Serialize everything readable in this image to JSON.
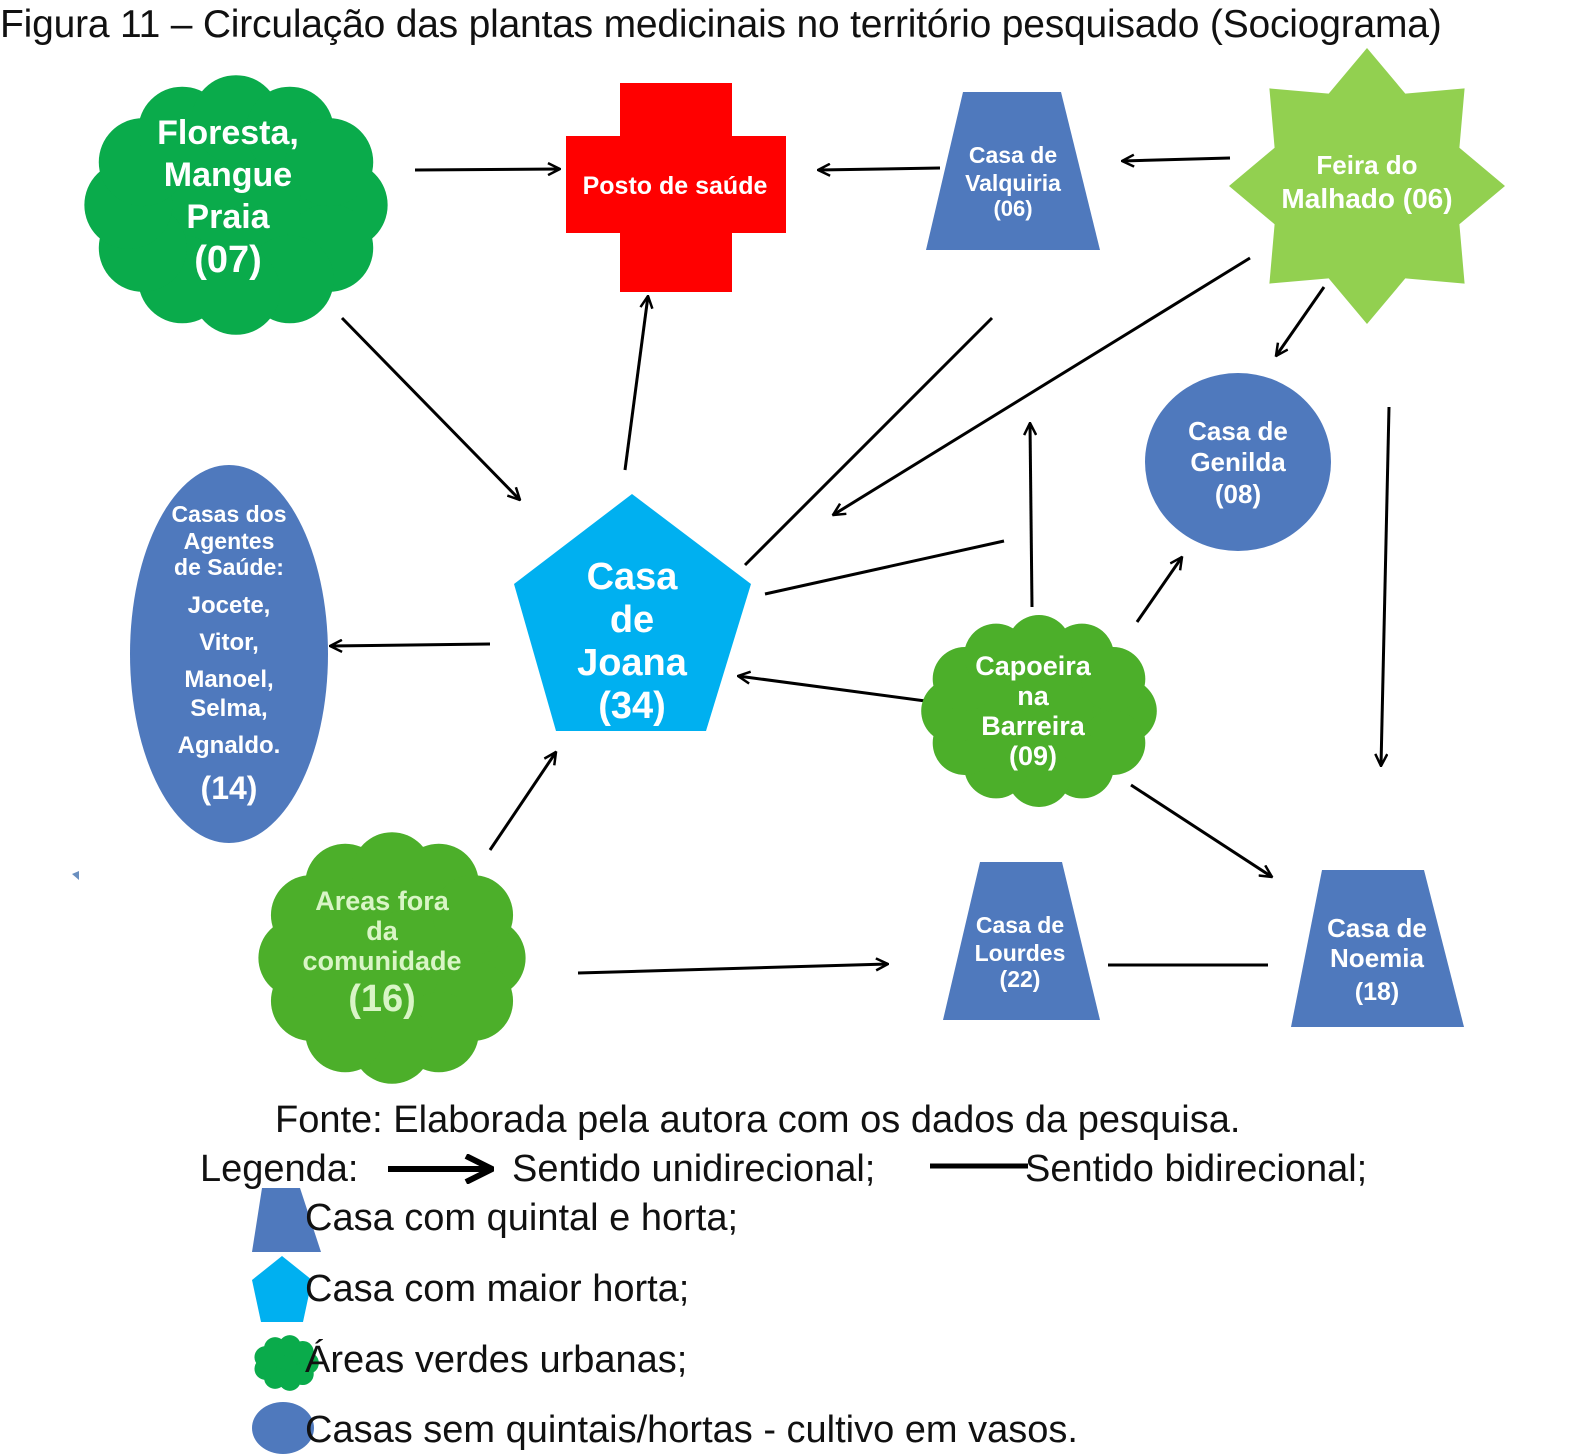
{
  "title": "Figura 11 – Circulação das plantas medicinais no território pesquisado (Sociograma)",
  "colors": {
    "green_dark": "#0aab4b",
    "green_mid": "#4caf2a",
    "green_light": "#92d050",
    "blue_house": "#4f79bd",
    "cyan": "#00b0f0",
    "red": "#ff0000"
  },
  "nodes": {
    "floresta": [
      "Floresta,",
      "Mangue",
      "Praia",
      "(07)"
    ],
    "posto": [
      "Posto de saúde"
    ],
    "valquiria": [
      "Casa de",
      "Valquiria",
      "(06)"
    ],
    "feira": [
      "Feira do",
      "Malhado (06)"
    ],
    "genilda": [
      "Casa de",
      "Genilda",
      "(08)"
    ],
    "agentes": [
      "Casas dos",
      "Agentes",
      "de Saúde:",
      "Jocete,",
      "Vitor,",
      "Manoel,",
      "Selma,",
      "Agnaldo.",
      "(14)"
    ],
    "joana": [
      "Casa",
      "de",
      "Joana",
      "(34)"
    ],
    "capoeira": [
      "Capoeira",
      "na",
      "Barreira",
      "(09)"
    ],
    "areas": [
      "Areas fora",
      "da",
      "comunidade",
      "(16)"
    ],
    "lourdes": [
      "Casa de",
      "Lourdes",
      "(22)"
    ],
    "noemia": [
      "Casa de",
      "Noemia",
      "(18)"
    ]
  },
  "source": "Fonte: Elaborada pela autora com os dados da pesquisa.",
  "legend": {
    "label": "Legenda:",
    "unidirectional": "Sentido unidirecional;",
    "bidirectional": "Sentido bidirecional;",
    "items": [
      {
        "shape": "trapezoid",
        "text": "Casa com quintal e horta;"
      },
      {
        "shape": "pentagon",
        "text": "Casa com maior horta;"
      },
      {
        "shape": "cloud",
        "text": "Áreas verdes urbanas;"
      },
      {
        "shape": "ellipse",
        "text": "Casas sem quintais/hortas - cultivo em vasos."
      }
    ]
  }
}
